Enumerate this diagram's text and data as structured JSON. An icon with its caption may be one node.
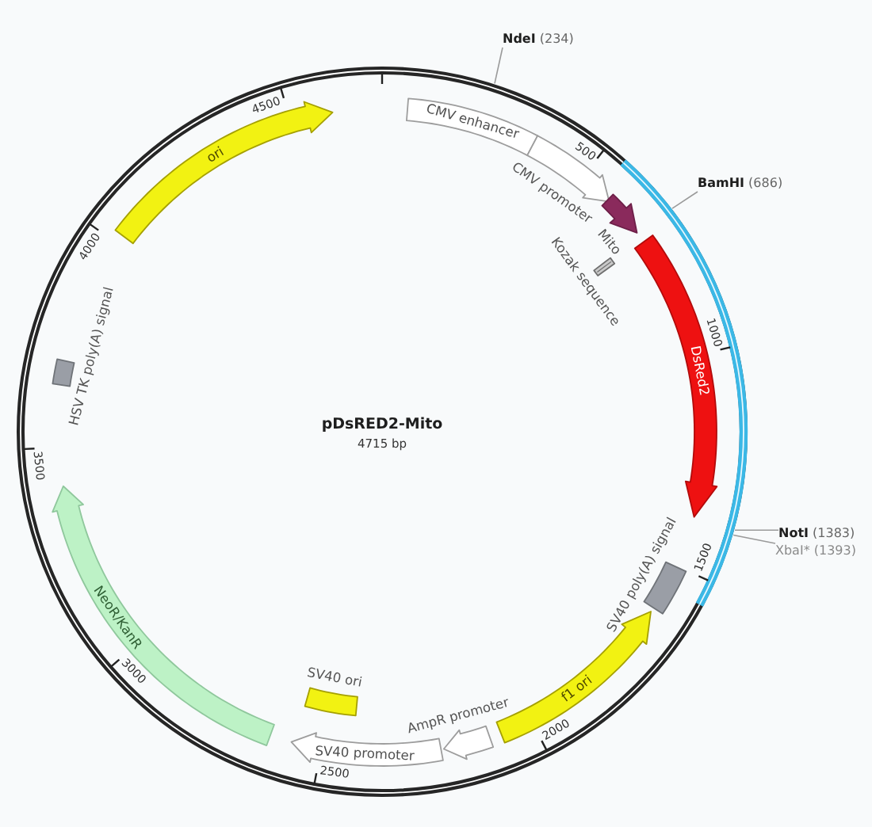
{
  "diagram": {
    "title": "pDsRED2-Mito",
    "nodes": [
      {
        "text": [
          "**NdeI** (234)"
        ]
      },
      {
        "text": [
          "CMV enhancer"
        ]
      },
      {
        "text": [],
        "shape": "arrow",
        "beside": [
          "CMV promoter"
        ]
      },
      {
        "text": [
          "**BamHI** (686)"
        ]
      },
      {
        "text": [],
        "shape": "arrow",
        "beside": [
          "Mito"
        ]
      },
      {
        "text": [],
        "shape": "bar",
        "beside": [
          "Kozak sequence"
        ]
      },
      {
        "text": [
          "DsRed2"
        ]
      },
      {
        "text": [
          "**NotI** (1383)"
        ]
      },
      {
        "text": [
          "XbaI* (1393)"
        ]
      },
      {
        "text": [],
        "shape": "box",
        "beside": [
          "SV40 poly(A) signal"
        ]
      },
      {
        "text": [
          "f1 ori"
        ]
      },
      {
        "text": [],
        "shape": "arrow",
        "beside": [
          "AmpR promoter"
        ]
      },
      {
        "text": [
          "SV40 promoter"
        ]
      },
      {
        "text": [],
        "shape": "box",
        "beside": [
          "SV40 ori"
        ]
      },
      {
        "text": [
          "NeoR/KanR"
        ]
      },
      {
        "text": [],
        "shape": "box",
        "beside": [
          "HSV TK poly(A) signal"
        ]
      },
      {
        "text": [
          "ori"
        ]
      }
    ],
    "edges": [
      {
        "from": 0,
        "to": null,
        "arrow": "none"
      },
      {
        "from": 3,
        "to": null,
        "arrow": "none"
      },
      {
        "from": 7,
        "to": null,
        "arrow": "none"
      },
      {
        "from": 8,
        "to": null,
        "arrow": "none"
      }
    ],
    "labels": [
      "4715 bp",
      "500",
      "1000",
      "1500",
      "2000",
      "2500",
      "3000",
      "3500",
      "4000",
      "4500"
    ]
  }
}
